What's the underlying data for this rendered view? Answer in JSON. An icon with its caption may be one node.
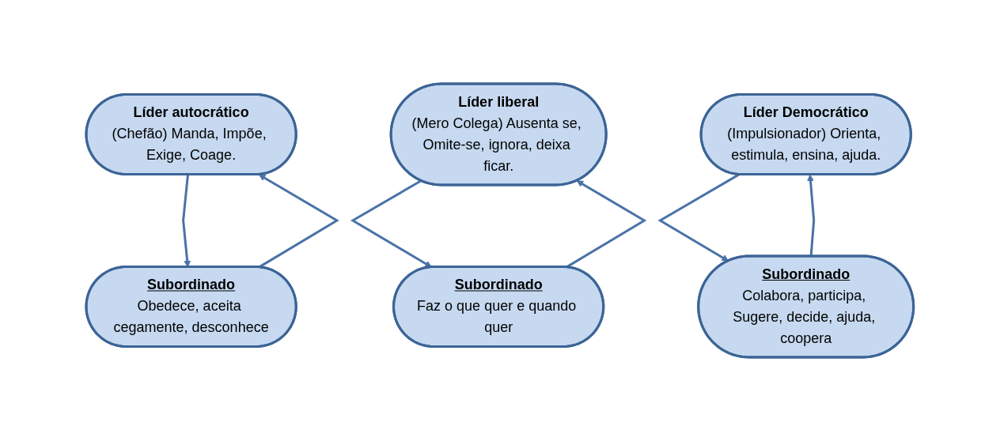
{
  "diagram": {
    "nodes": [
      {
        "text": [
          "Líder autocrático",
          "(Chefão) Manda, Impõe, Exige, Coage."
        ]
      },
      {
        "text": [
          "Líder liberal",
          "(Mero Colega) Ausenta se, Omite-se, ignora, deixa ficar."
        ]
      },
      {
        "text": [
          "Líder Democrático",
          "(Impulsionador) Orienta, estimula, ensina, ajuda."
        ]
      },
      {
        "text": [
          "Subordinado",
          "Obedece, aceita cegamente, desconhece"
        ]
      },
      {
        "text": [
          "Subordinado",
          "Faz o que quer e quando quer"
        ]
      },
      {
        "text": [
          "Subordinado",
          "Colabora, participa, Sugere, decide, ajuda, coopera"
        ]
      }
    ],
    "edges": [
      {
        "from": 3,
        "to": 0,
        "arrow": "to"
      },
      {
        "from": 0,
        "to": 3,
        "arrow": "to"
      },
      {
        "from": 4,
        "to": 1,
        "arrow": "to"
      },
      {
        "from": 1,
        "to": 4,
        "arrow": "to"
      },
      {
        "from": 5,
        "to": 2,
        "arrow": "to"
      },
      {
        "from": 2,
        "to": 5,
        "arrow": "to"
      }
    ]
  }
}
